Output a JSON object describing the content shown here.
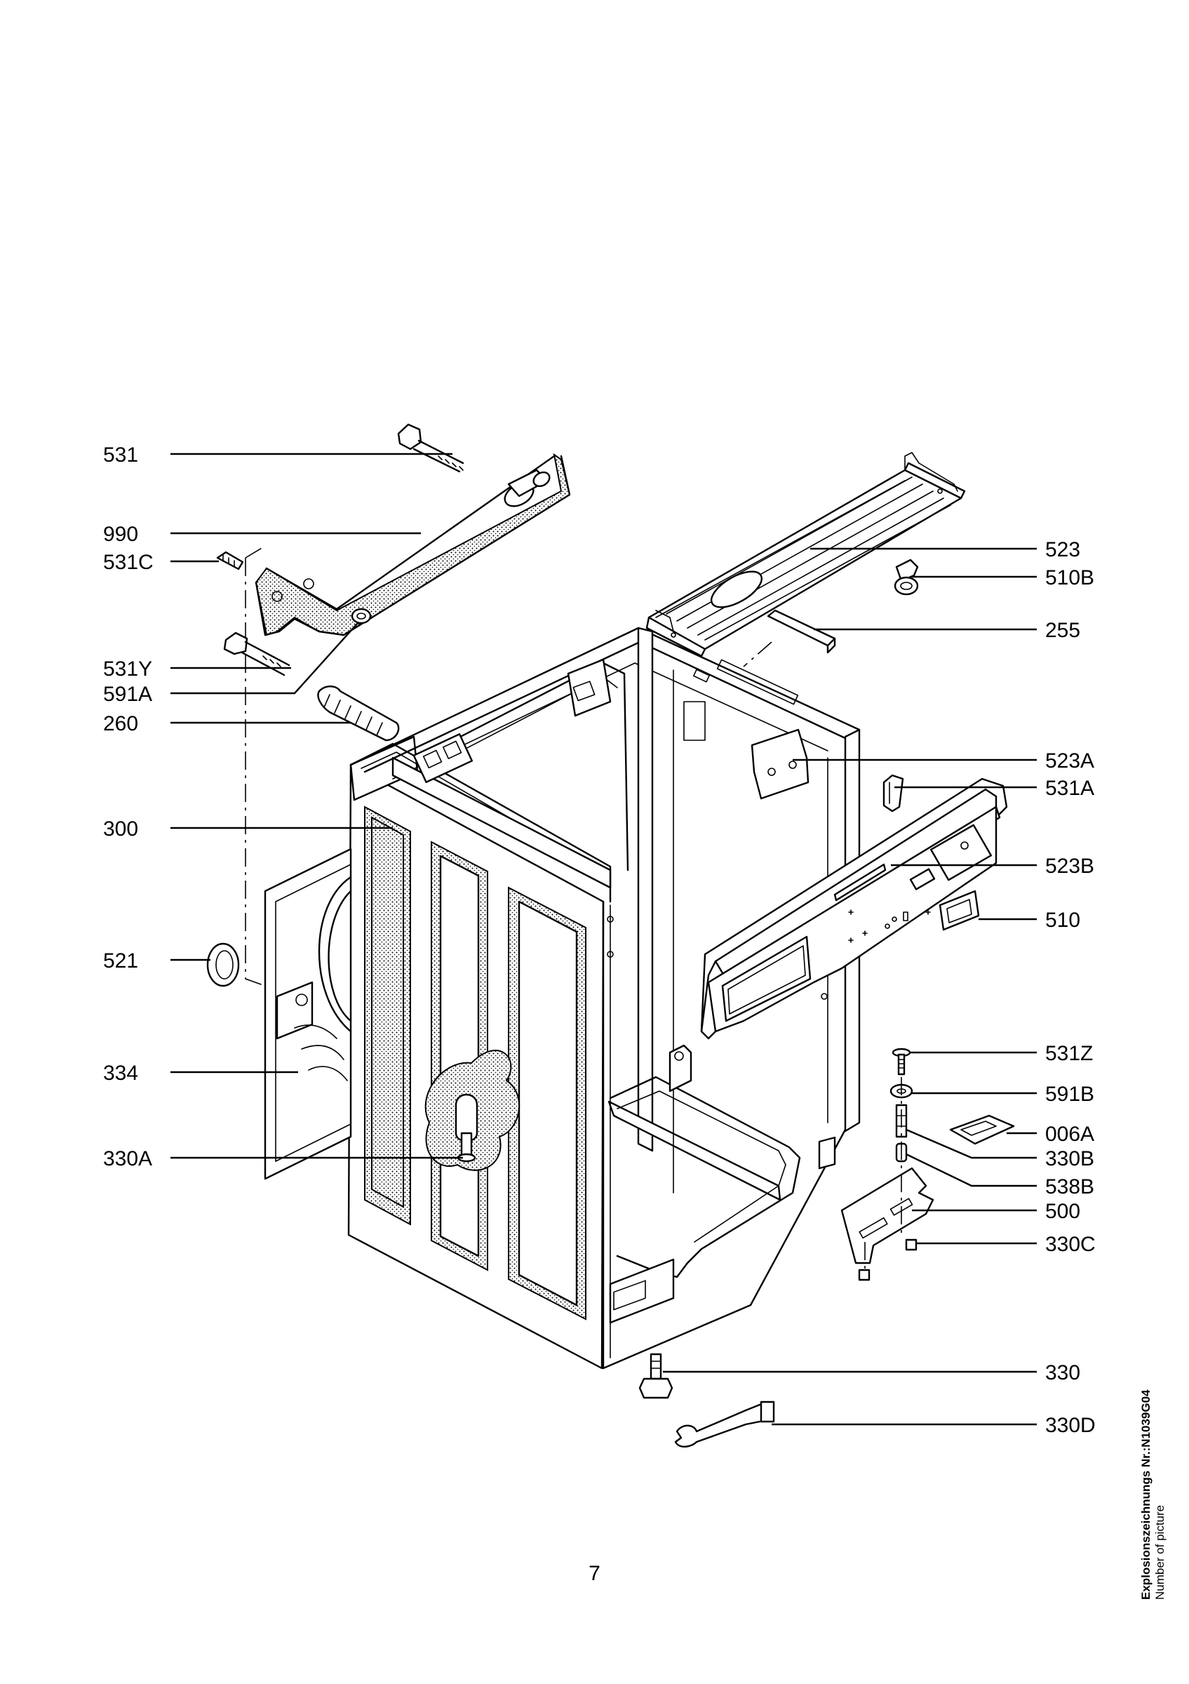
{
  "labels_left": [
    {
      "id": "531",
      "text": "531"
    },
    {
      "id": "990",
      "text": "990"
    },
    {
      "id": "531C",
      "text": "531C"
    },
    {
      "id": "531Y",
      "text": "531Y"
    },
    {
      "id": "591A",
      "text": "591A"
    },
    {
      "id": "260",
      "text": "260"
    },
    {
      "id": "300",
      "text": "300"
    },
    {
      "id": "521",
      "text": "521"
    },
    {
      "id": "334",
      "text": "334"
    },
    {
      "id": "330A",
      "text": "330A"
    }
  ],
  "labels_right": [
    {
      "id": "523",
      "text": "523"
    },
    {
      "id": "510B",
      "text": "510B"
    },
    {
      "id": "255",
      "text": "255"
    },
    {
      "id": "523A",
      "text": "523A"
    },
    {
      "id": "531A",
      "text": "531A"
    },
    {
      "id": "523B",
      "text": "523B"
    },
    {
      "id": "510",
      "text": "510"
    },
    {
      "id": "531Z",
      "text": "531Z"
    },
    {
      "id": "591B",
      "text": "591B"
    },
    {
      "id": "006A",
      "text": "006A"
    },
    {
      "id": "330B",
      "text": "330B"
    },
    {
      "id": "538B",
      "text": "538B"
    },
    {
      "id": "500",
      "text": "500"
    },
    {
      "id": "330C",
      "text": "330C"
    },
    {
      "id": "330",
      "text": "330"
    },
    {
      "id": "330D",
      "text": "330D"
    }
  ],
  "page_number": "7",
  "side_note": {
    "title": "Explosionszeichnungs Nr.:N1039G04",
    "subtitle": "Number of picture"
  }
}
